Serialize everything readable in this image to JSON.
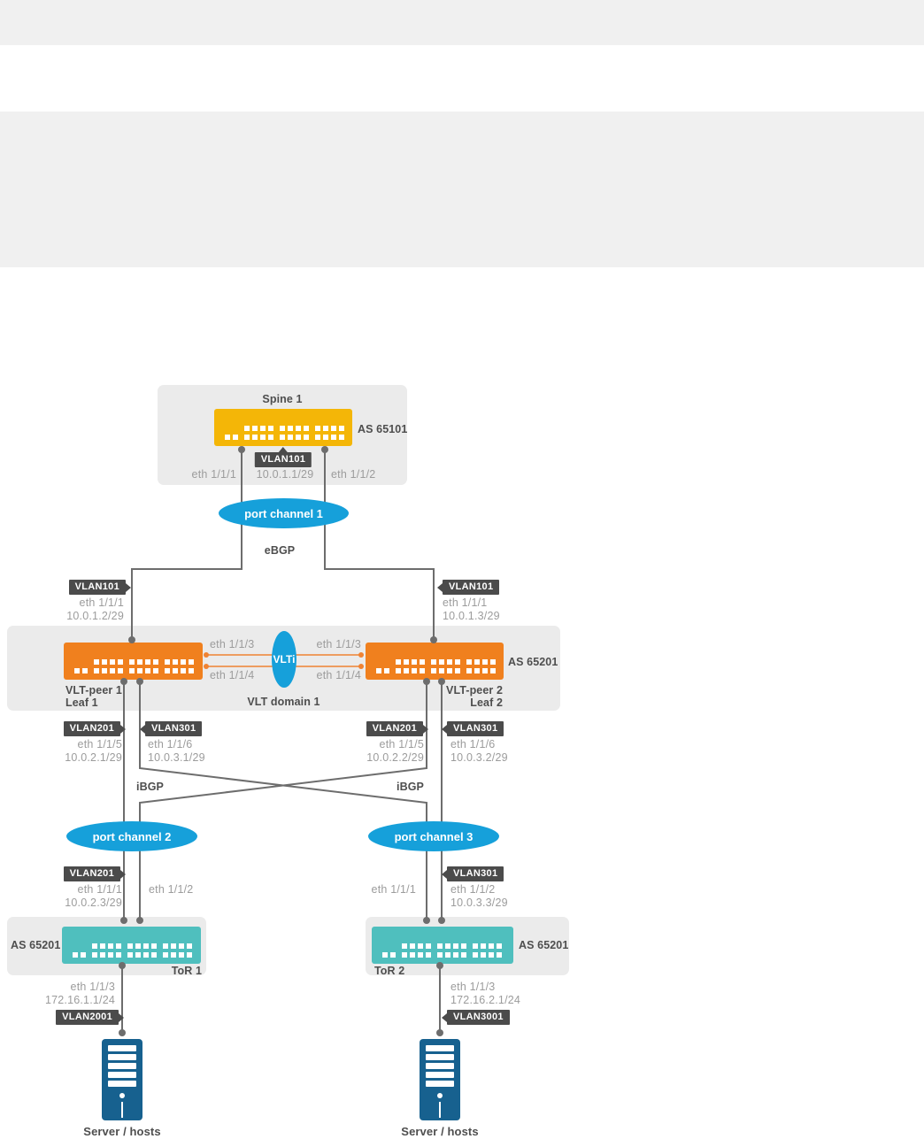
{
  "colors": {
    "band_gray": "#f0f0f0",
    "panel_gray": "#ebebeb",
    "spine_switch_yellow": "#f4b607",
    "leaf_switch_orange": "#f0801e",
    "tor_switch_teal": "#4fbfbe",
    "channel_blue": "#16a0da",
    "server_blue": "#17618f",
    "tag_dark": "#4b4b4b",
    "wire_gray": "#6d6d6d",
    "vlti_wire_orange": "#f08332"
  },
  "spine_section": {
    "title": "Spine 1",
    "as_label": "AS 65101",
    "svi_tag": "VLAN101",
    "svi_ip": "10.0.1.1/29",
    "left_port": "eth 1/1/1",
    "right_port": "eth 1/1/2"
  },
  "port_channel_1": "port channel 1",
  "ebgp_label": "eBGP",
  "leaf1_uplink": {
    "tag": "VLAN101",
    "port": "eth 1/1/1",
    "ip": "10.0.1.2/29"
  },
  "leaf2_uplink": {
    "tag": "VLAN101",
    "port": "eth 1/1/1",
    "ip": "10.0.1.3/29"
  },
  "vlt_domain": {
    "as_label": "AS 65201",
    "vlti_label": "VLTi",
    "domain_label": "VLT domain 1",
    "peer1_line1": "VLT-peer 1",
    "peer1_line2": "Leaf 1",
    "peer2_line1": "VLT-peer 2",
    "peer2_line2": "Leaf 2",
    "vlti_port_top": "eth 1/1/3",
    "vlti_port_bottom": "eth 1/1/4"
  },
  "leaf1_downlinks": {
    "vlan201": {
      "tag": "VLAN201",
      "port": "eth 1/1/5",
      "ip": "10.0.2.1/29"
    },
    "vlan301": {
      "tag": "VLAN301",
      "port": "eth 1/1/6",
      "ip": "10.0.3.1/29"
    }
  },
  "leaf2_downlinks": {
    "vlan201": {
      "tag": "VLAN201",
      "port": "eth 1/1/5",
      "ip": "10.0.2.2/29"
    },
    "vlan301": {
      "tag": "VLAN301",
      "port": "eth 1/1/6",
      "ip": "10.0.3.2/29"
    }
  },
  "ibgp_left": "iBGP",
  "ibgp_right": "iBGP",
  "port_channel_2": "port channel 2",
  "port_channel_3": "port channel 3",
  "tor1_uplinks": {
    "vlan_tag": "VLAN201",
    "port1": "eth 1/1/1",
    "ip1": "10.0.2.3/29",
    "port2": "eth 1/1/2"
  },
  "tor2_uplinks": {
    "port1": "eth 1/1/1",
    "vlan_tag": "VLAN301",
    "port2": "eth 1/1/2",
    "ip2": "10.0.3.3/29"
  },
  "tor1": {
    "as_label": "AS 65201",
    "name": "ToR 1",
    "down_port": "eth 1/1/3",
    "down_ip": "172.16.1.1/24",
    "down_tag": "VLAN2001"
  },
  "tor2": {
    "as_label": "AS 65201",
    "name": "ToR 2",
    "down_port": "eth 1/1/3",
    "down_ip": "172.16.2.1/24",
    "down_tag": "VLAN3001"
  },
  "server1_label": "Server / hosts",
  "server2_label": "Server / hosts"
}
